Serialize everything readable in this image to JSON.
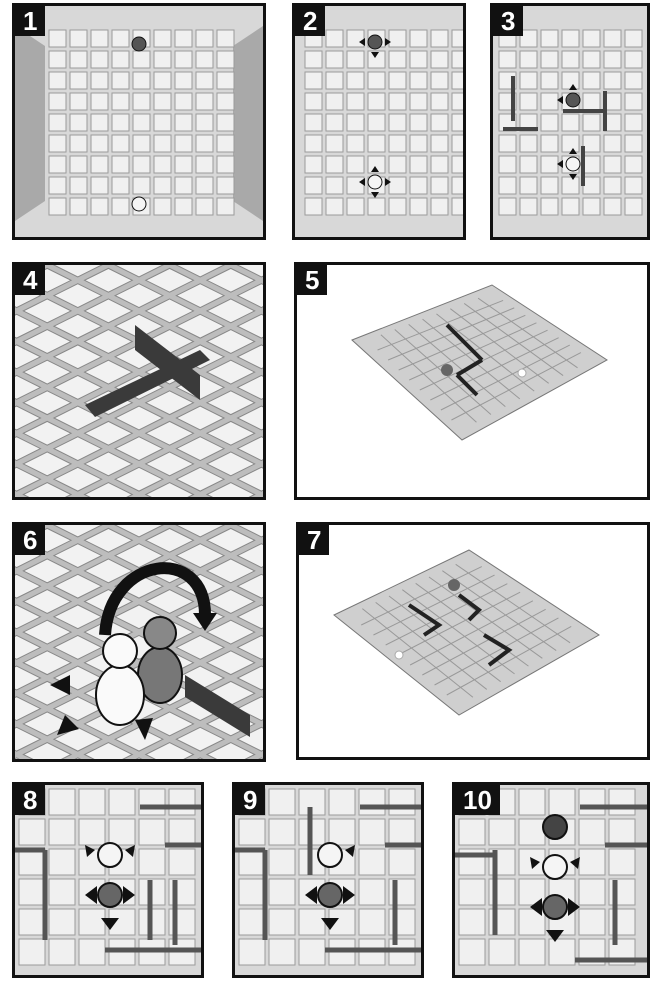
{
  "panels": [
    {
      "label": "1",
      "view": "board-start"
    },
    {
      "label": "2",
      "view": "board-pawn-moves"
    },
    {
      "label": "3",
      "view": "board-wall-blocks"
    },
    {
      "label": "4",
      "view": "closeup-wall-placement"
    },
    {
      "label": "5",
      "view": "perspective-board-with-walls"
    },
    {
      "label": "6",
      "view": "closeup-jump-over-pawn"
    },
    {
      "label": "7",
      "view": "perspective-board-path"
    },
    {
      "label": "8",
      "view": "jump-diagonal-options"
    },
    {
      "label": "9",
      "view": "jump-diagonal-options-wall"
    },
    {
      "label": "10",
      "view": "face-to-face-blocked"
    }
  ],
  "colors": {
    "ink": "#111111",
    "board": "#c8c8c8",
    "square": "#efefef",
    "wall": "#444444",
    "pawn_dark": "#555555",
    "pawn_light": "#f5f5f5"
  }
}
